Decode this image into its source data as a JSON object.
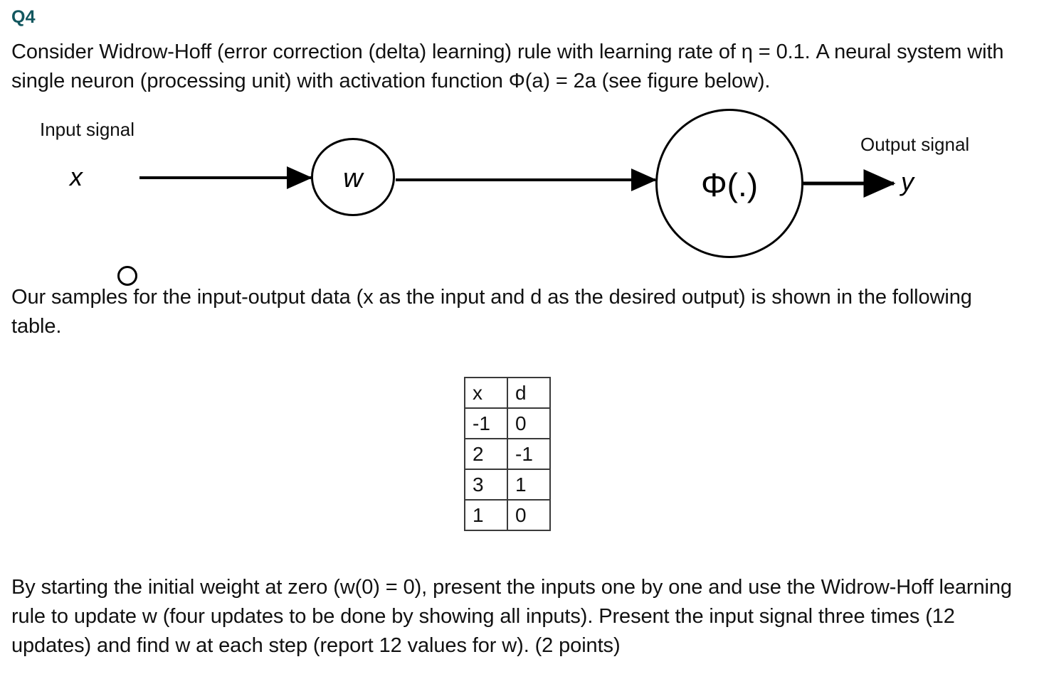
{
  "heading": "Q4",
  "paragraphs": {
    "intro": "Consider Widrow-Hoff (error correction (delta) learning) rule with learning rate of η = 0.1. A neural system with single neuron (processing unit) with activation function Φ(a) = 2a (see figure below).",
    "samples": "Our samples for the input-output data (x as the input and d as the desired output) is shown in the following table.",
    "task": "By starting the initial weight at zero (w(0) = 0), present the inputs one by one and use the Widrow-Hoff learning rule to update w (four updates to be done by showing all inputs). Present the input signal three times (12 updates) and find w at each step (report 12 values for w).   (2 points)"
  },
  "figure": {
    "input_label": "Input signal",
    "output_label": "Output signal",
    "input_variable": "x",
    "output_variable": "y",
    "weight_node": "w",
    "activation_node": "Φ(.)",
    "input_node_icon": "open-circle-node-icon",
    "arrow_icon": "arrow-right-icon"
  },
  "table": {
    "headers": [
      "x",
      "d"
    ],
    "rows": [
      [
        "-1",
        "0"
      ],
      [
        "2",
        "-1"
      ],
      [
        "3",
        "1"
      ],
      [
        "1",
        "0"
      ]
    ]
  },
  "colors": {
    "heading": "#13575f",
    "text": "#111111",
    "stroke": "#000000",
    "table_border": "#3a3a3a",
    "background": "#ffffff"
  }
}
